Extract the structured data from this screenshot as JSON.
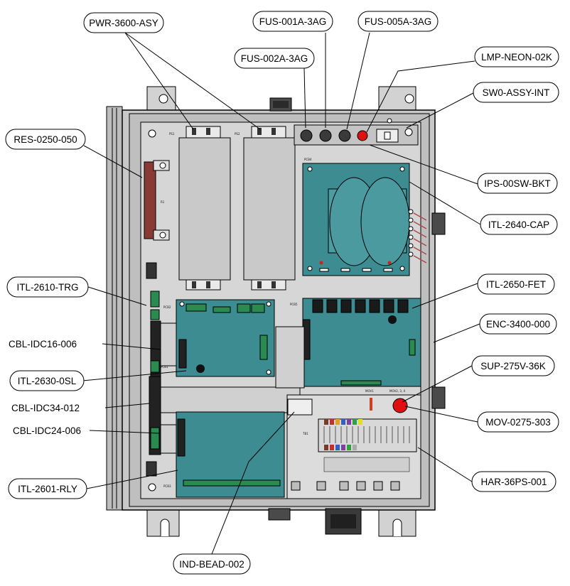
{
  "callouts": {
    "pwr": "PWR-3600-ASY",
    "fus001": "FUS-001A-3AG",
    "fus005": "FUS-005A-3AG",
    "fus002": "FUS-002A-3AG",
    "lmp": "LMP-NEON-02K",
    "sw": "SW0-ASSY-INT",
    "res": "RES-0250-050",
    "ips": "IPS-00SW-BKT",
    "itl2640": "ITL-2640-CAP",
    "itl2610": "ITL-2610-TRG",
    "itl2650": "ITL-2650-FET",
    "enc": "ENC-3400-000",
    "cbl16": "CBL-IDC16-006",
    "sup": "SUP-275V-36K",
    "itl2630": "ITL-2630-0SL",
    "cbl34": "CBL-IDC34-012",
    "mov": "MOV-0275-303",
    "cbl24": "CBL-IDC24-006",
    "har": "HAR-36PS-001",
    "itl2601": "ITL-2601-RLY",
    "ind": "IND-BEAD-002"
  },
  "board_labels": {
    "ps1": "PS1",
    "ps2": "PS2",
    "r1": "R1",
    "pcb1": "PCB1",
    "pcb2": "PCB2",
    "pcb3": "PCB3",
    "pcb4": "PCB4",
    "pcb5": "PCB5",
    "tb1": "TB1",
    "mov1": "MOV1",
    "mov234": "MOV2, 3, 4"
  },
  "colors": {
    "enclosure": "#c8c8c8",
    "backplate": "#d6d6d6",
    "pcb": "#3c8c92",
    "resistor": "#8a3a34",
    "mov": "#e01010",
    "lamp": "#e01010"
  }
}
